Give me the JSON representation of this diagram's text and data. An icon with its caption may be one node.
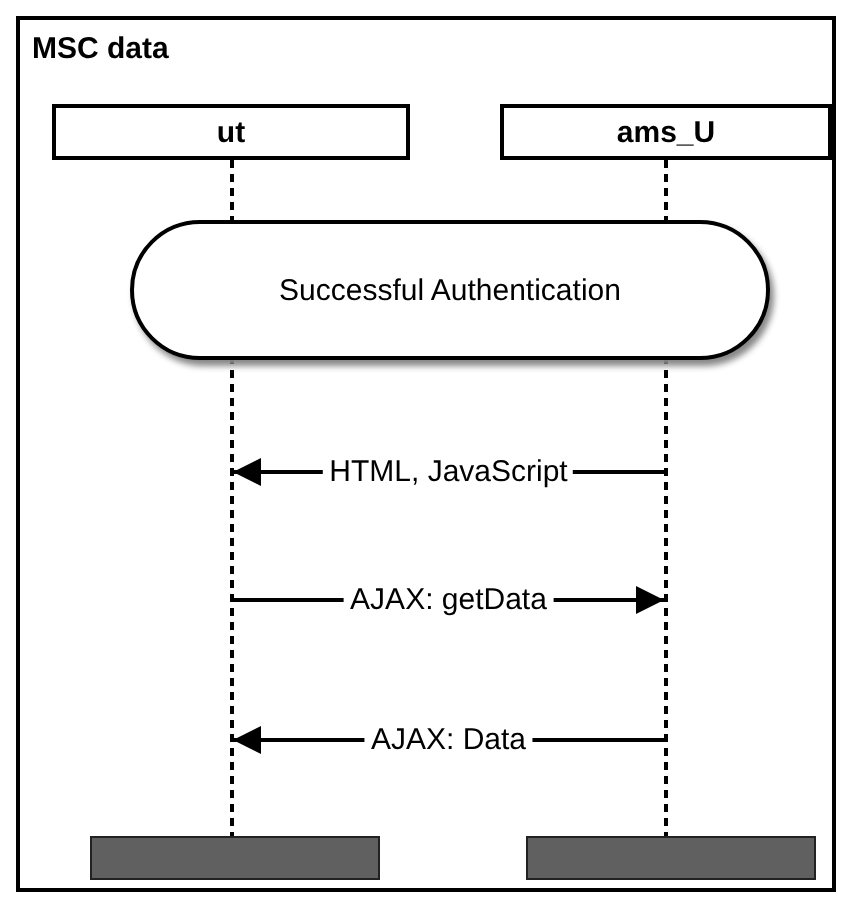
{
  "diagram": {
    "nodes": [
      {
        "text": [
          "MSC data"
        ]
      },
      {
        "text": [
          "ut"
        ],
        "in": 0
      },
      {
        "text": [
          "ams_U"
        ],
        "in": 0
      },
      {
        "text": [
          "Successful Authentication"
        ],
        "in": 0
      },
      {
        "text": [],
        "shape": "bar",
        "in": 0
      },
      {
        "text": [],
        "shape": "bar",
        "in": 0
      }
    ],
    "edges": [
      {
        "from": 2,
        "to": 1,
        "arrow": "to",
        "label": "HTML, JavaScript"
      },
      {
        "from": 1,
        "to": 2,
        "arrow": "to",
        "label": "AJAX: getData"
      },
      {
        "from": 2,
        "to": 1,
        "arrow": "to",
        "label": "AJAX: Data"
      }
    ]
  }
}
